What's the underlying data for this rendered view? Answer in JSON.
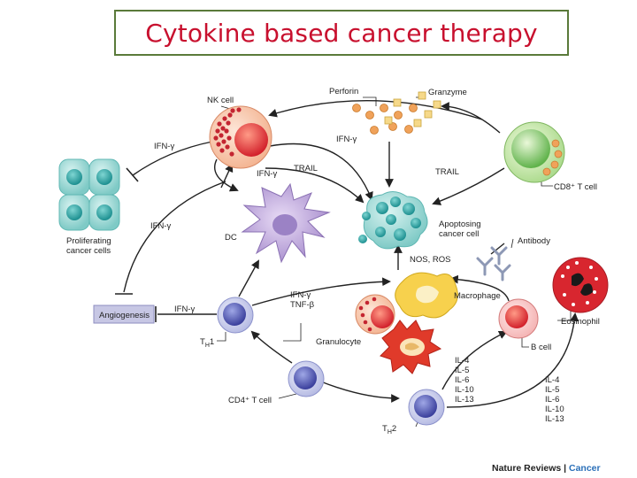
{
  "title": "Cytokine based cancer therapy",
  "labels": {
    "nk_cell": "NK cell",
    "perforin": "Perforin",
    "granzyme": "Granzyme",
    "ifn_g_1": "IFN-γ",
    "ifn_g_2": "IFN-γ",
    "ifn_g_3": "IFN-γ",
    "ifn_g_4": "IFN-γ",
    "ifn_g_5": "IFN-γ",
    "ifn_g_tnf_1": "IFN-γ",
    "ifn_g_tnf_2": "TNF-β",
    "trail_1": "TRAIL",
    "trail_2": "TRAIL",
    "cd8": "CD8⁺ T cell",
    "prolif_1": "Proliferating",
    "prolif_2": "cancer cells",
    "dc": "DC",
    "apopt_1": "Apoptosing",
    "apopt_2": "cancer cell",
    "antibody": "Antibody",
    "nos": "NOS, ROS",
    "macrophage": "Macrophage",
    "eosinophil": "Eosinophil",
    "angiogenesis": "Angiogenesis",
    "th1": "T",
    "th1_sub": "H",
    "th1_num": "1",
    "granulocyte": "Granulocyte",
    "b_cell": "B cell",
    "cd4": "CD4⁺ T cell",
    "th2": "T",
    "th2_sub": "H",
    "th2_num": "2",
    "il_list_1": [
      "IL-4",
      "IL-5",
      "IL-6",
      "IL-10",
      "IL-13"
    ],
    "il_list_2": [
      "IL-4",
      "IL-5",
      "IL-6",
      "IL-10",
      "IL-13"
    ]
  },
  "credit": {
    "journal": "Nature Reviews",
    "separator": " | ",
    "section": "Cancer"
  },
  "colors": {
    "title": "#c8102e",
    "title_border": "#5a7a3a",
    "accent": "#2a6fb8"
  }
}
